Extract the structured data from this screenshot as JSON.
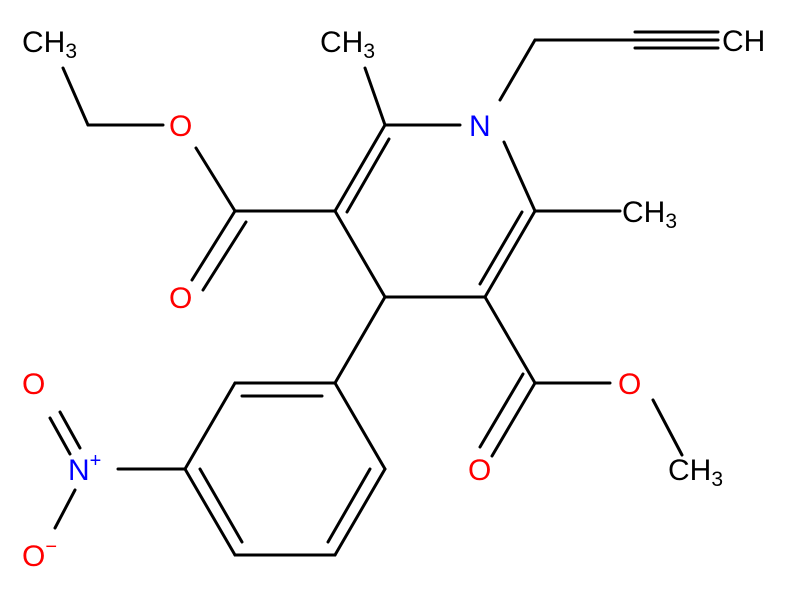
{
  "molecule": {
    "colors": {
      "bond": "#000000",
      "carbon": "#000000",
      "nitrogen": "#0000ff",
      "oxygen": "#ff0000"
    },
    "labels": {
      "ch3_ethyl": {
        "main": "CH",
        "sub": "3"
      },
      "ch3_top": {
        "main": "CH",
        "sub": "3"
      },
      "alkyne_ch": {
        "main": "CH"
      },
      "ch3_right": {
        "main": "CH",
        "sub": "3"
      },
      "ch3_methyl_ester": {
        "main": "CH",
        "sub": "3"
      },
      "o_ethyl_ester": {
        "main": "O"
      },
      "o_carbonyl_left": {
        "main": "O"
      },
      "o_methyl_ester": {
        "main": "O"
      },
      "o_carbonyl_right": {
        "main": "O"
      },
      "n_ring": {
        "main": "N"
      },
      "n_nitro": {
        "main": "N",
        "charge": "+"
      },
      "o_nitro_top": {
        "main": "O"
      },
      "o_nitro_bottom": {
        "main": "O",
        "charge": "−"
      }
    }
  }
}
